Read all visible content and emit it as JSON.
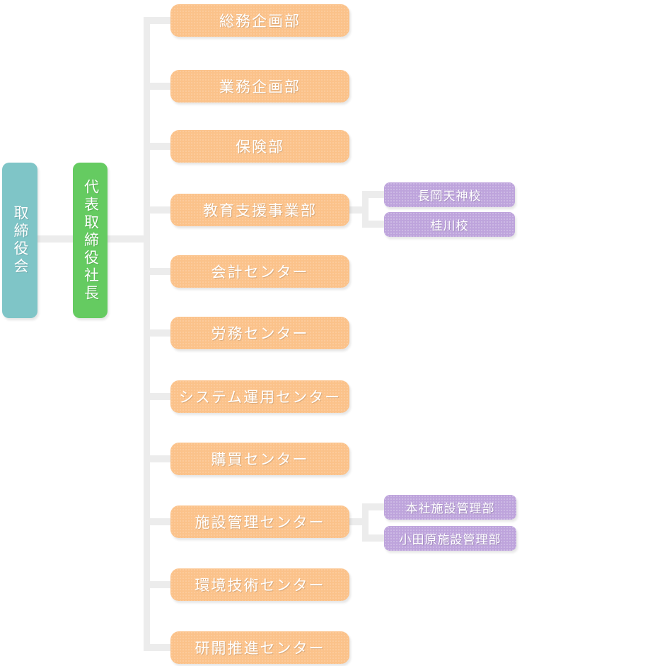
{
  "org": {
    "board": {
      "label": "取締役会",
      "color": "#7fc5c7"
    },
    "president": {
      "label": "代表取締役社長",
      "color": "#65cb61"
    },
    "departments": [
      {
        "label": "総務企画部"
      },
      {
        "label": "業務企画部"
      },
      {
        "label": "保険部"
      },
      {
        "label": "教育支援事業部",
        "children": [
          {
            "label": "長岡天神校"
          },
          {
            "label": "桂川校"
          }
        ]
      },
      {
        "label": "会計センター"
      },
      {
        "label": "労務センター"
      },
      {
        "label": "システム運用センター"
      },
      {
        "label": "購買センター"
      },
      {
        "label": "施設管理センター",
        "children": [
          {
            "label": "本社施設管理部"
          },
          {
            "label": "小田原施設管理部"
          }
        ]
      },
      {
        "label": "環境技術センター"
      },
      {
        "label": "研開推進センター"
      }
    ],
    "colors": {
      "board": "#7fc5c7",
      "president": "#65cb61",
      "department": "#fbc28a",
      "sub_branch": "#bea4dc",
      "connector": "#ececec",
      "background": "#ffffff",
      "text": "#ffffff"
    }
  }
}
